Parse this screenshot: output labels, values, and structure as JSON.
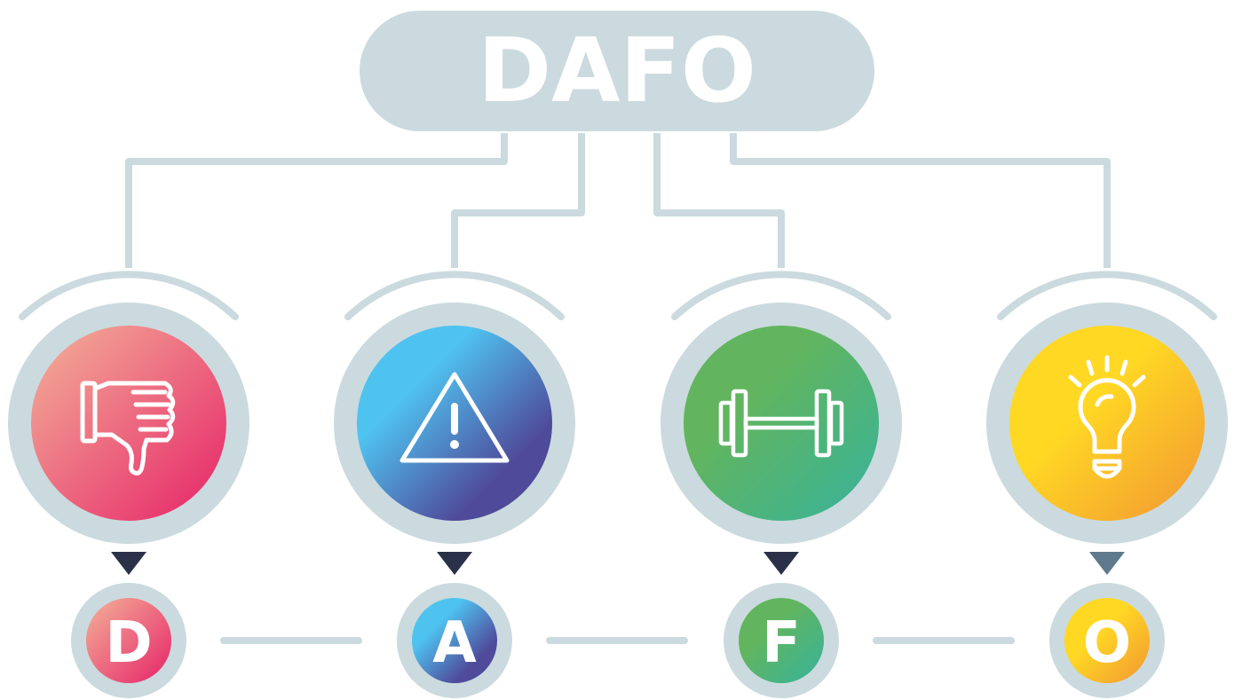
{
  "title": "DAFO",
  "colors": {
    "connector": "#CBDADE",
    "pointer": "#2B3149",
    "pointer_last": "#5E7A8C",
    "text": "#FFFFFF"
  },
  "items": [
    {
      "letter": "D",
      "icon": "thumbs-down-icon",
      "gradient": [
        "#F2A494",
        "#E8386F"
      ]
    },
    {
      "letter": "A",
      "icon": "warning-icon",
      "gradient": [
        "#4FC3F0",
        "#4F4A9A"
      ]
    },
    {
      "letter": "F",
      "icon": "dumbbell-icon",
      "gradient": [
        "#62B55E",
        "#3DB393"
      ]
    },
    {
      "letter": "O",
      "icon": "lightbulb-icon",
      "gradient": [
        "#FFD824",
        "#F39B31"
      ]
    }
  ]
}
